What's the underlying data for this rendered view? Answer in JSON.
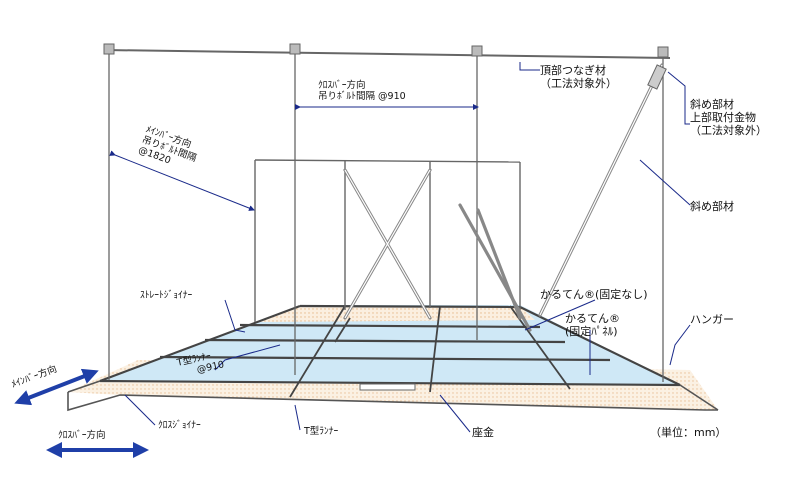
{
  "colors": {
    "frame": "#555555",
    "leader": "#1a2a8a",
    "panel": "#cfe8f6",
    "hatch": "#f3d9b8",
    "arrow": "#1f3fa8"
  },
  "labels": {
    "top_connector": [
      "頂部つなぎ材",
      "（工法対象外）"
    ],
    "brace_top_fitting": [
      "斜め部材",
      "上部取付金物",
      "（工法対象外）"
    ],
    "brace": "斜め部材",
    "crossbar_spacing": [
      "ｸﾛｽﾊﾞｰ方向",
      "吊りﾎﾞﾙﾄ間隔 @910"
    ],
    "mainbar_spacing": [
      "ﾒｲﾝﾊﾞｰ方向",
      "吊りﾎﾞﾙﾄ間隔",
      "@1820"
    ],
    "straight_joiner": "ｽﾄﾚｰﾄｼﾞｮｲﾅｰ",
    "karuten_free": "かるてん®(固定なし)",
    "karuten_fixed": [
      "かるてん®",
      "(固定ﾊﾟﾈﾙ)"
    ],
    "hanger": "ハンガー",
    "t_runner_spacing": [
      "T型ﾗﾝﾅｰ",
      "@910"
    ],
    "mainbar_direction": "ﾒｲﾝﾊﾞｰ方向",
    "crossbar_direction": "ｸﾛｽﾊﾞｰ方向",
    "cross_joiner": "ｸﾛｽｼﾞｮｲﾅｰ",
    "t_runner": "T型ﾗﾝﾅｰ",
    "seat_plate": "座金",
    "unit": "（単位：mm）"
  }
}
